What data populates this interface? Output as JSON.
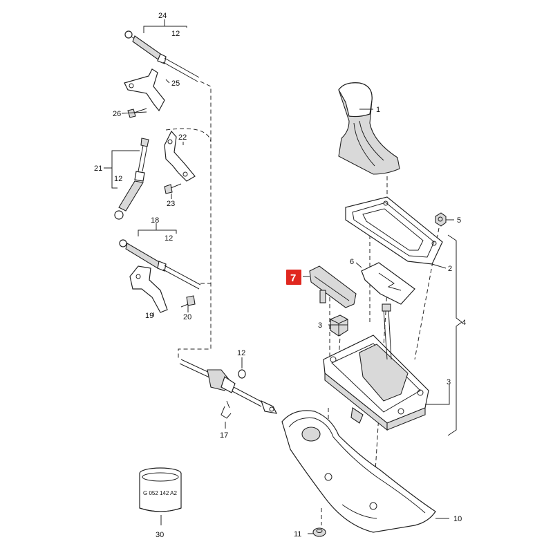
{
  "callouts": {
    "c1": "1",
    "c2": "2",
    "c3a": "3",
    "c3b": "3",
    "c4": "4",
    "c5": "5",
    "c6": "6",
    "c7": "7",
    "c10": "10",
    "c11": "11",
    "c12a": "12",
    "c12b": "12",
    "c12c": "12",
    "c12d": "12",
    "c17": "17",
    "c18": "18",
    "c19": "19",
    "c20": "20",
    "c21": "21",
    "c22": "22",
    "c23": "23",
    "c24": "24",
    "c25": "25",
    "c26": "26",
    "c30": "30"
  },
  "highlight": {
    "label": "7",
    "color": "#e0271f"
  },
  "ring_marking": "G 052 142 A2"
}
